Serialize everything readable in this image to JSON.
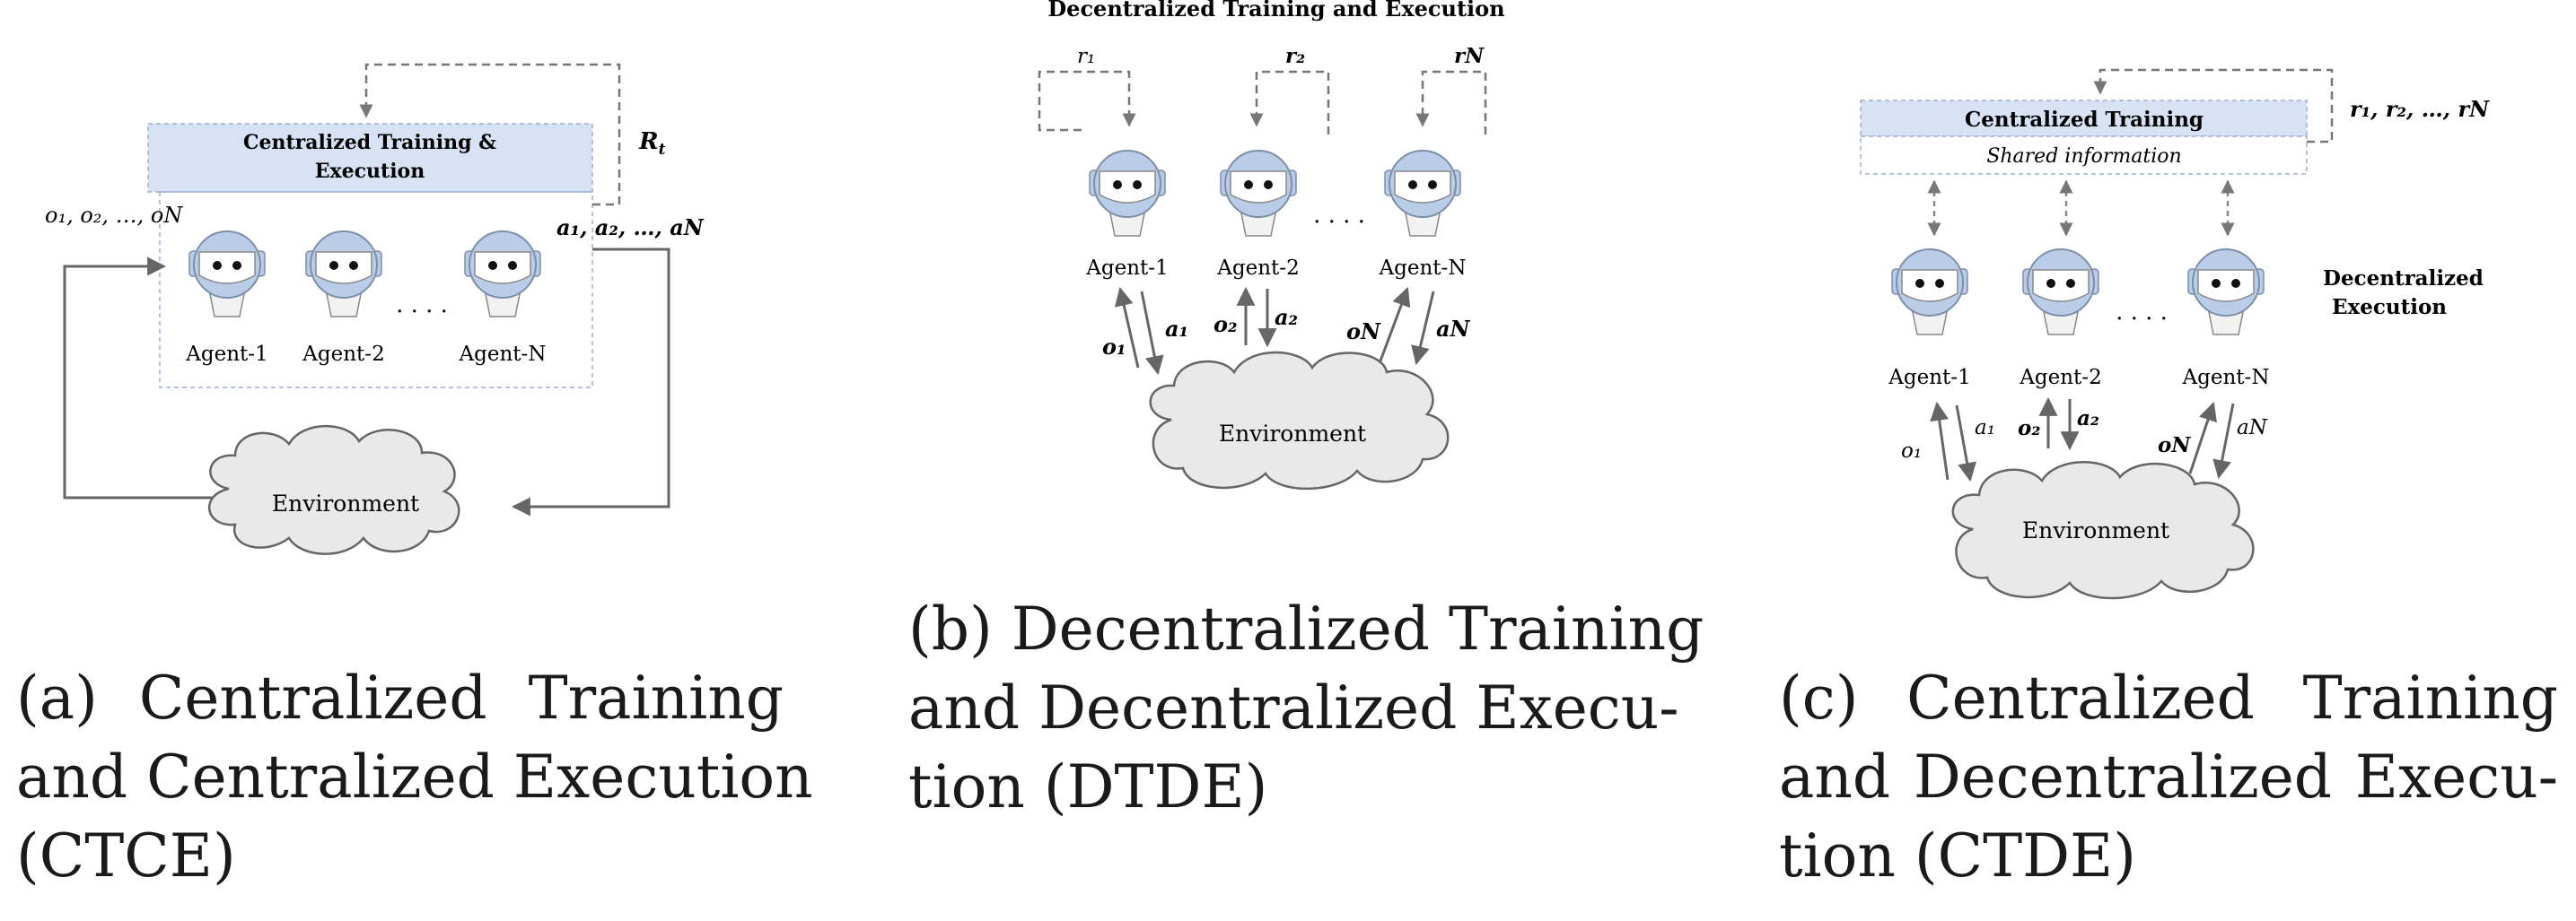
{
  "panel_a": {
    "box_title_line1": "Centralized Training &",
    "box_title_line2": "Execution",
    "reward": "R",
    "reward_sub": "t",
    "obs_label": "o₁, o₂, …, oN",
    "act_label": "a₁, a₂, …, aN",
    "agents": [
      "Agent-1",
      "Agent-2",
      "Agent-N"
    ],
    "ellipsis": ". . . .",
    "environment": "Environment",
    "caption_lines": [
      [
        "(a)",
        "Centralized",
        "Training"
      ],
      [
        "and",
        "Centralized",
        "Execution"
      ],
      [
        "(CTCE)"
      ]
    ]
  },
  "panel_b": {
    "title": "Decentralized Training and Execution",
    "rewards": [
      "r₁",
      "r₂",
      "rN"
    ],
    "agents": [
      "Agent-1",
      "Agent-2",
      "Agent-N"
    ],
    "ellipsis": ". . . .",
    "obs": [
      "o₁",
      "o₂",
      "oN"
    ],
    "acts": [
      "a₁",
      "a₂",
      "aN"
    ],
    "environment": "Environment",
    "caption_lines": [
      [
        "(b)",
        "Decentralized",
        "Training"
      ],
      [
        "and",
        "Decentralized",
        "Execu-"
      ],
      [
        "tion",
        "(DTDE)"
      ]
    ]
  },
  "panel_c": {
    "box_title": "Centralized Training",
    "shared": "Shared information",
    "rewards": "r₁, r₂, …, rN",
    "exec_line1": "Decentralized",
    "exec_line2": "Execution",
    "agents": [
      "Agent-1",
      "Agent-2",
      "Agent-N"
    ],
    "ellipsis": ". . . .",
    "obs": [
      "o₁",
      "o₂",
      "oN"
    ],
    "acts": [
      "a₁",
      "a₂",
      "aN"
    ],
    "environment": "Environment",
    "caption_lines": [
      [
        "(c)",
        "Centralized",
        "Training"
      ],
      [
        "and",
        "Decentralized",
        "Execu-"
      ],
      [
        "tion",
        "(CTDE)"
      ]
    ]
  }
}
